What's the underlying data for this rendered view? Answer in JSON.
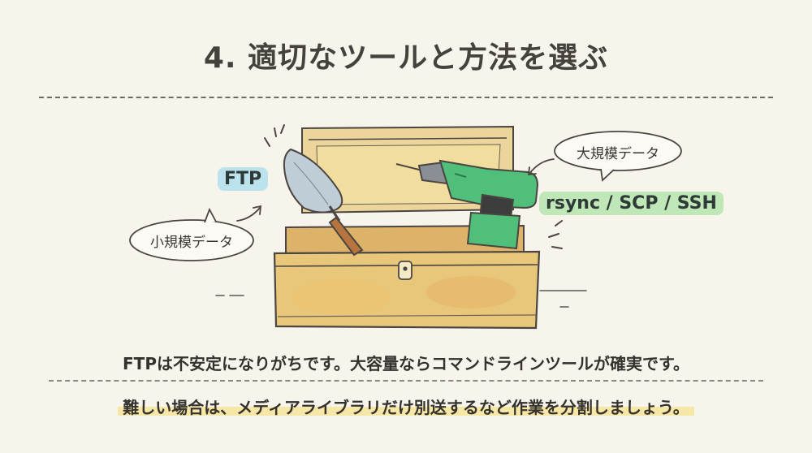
{
  "title": "4. 適切なツールと方法を選ぶ",
  "labels": {
    "ftp": "FTP",
    "rsync": "rsync / SCP / SSH",
    "small_data": "小規模データ",
    "large_data": "大規模データ"
  },
  "captions": {
    "line1": "FTPは不安定になりがちです。大容量ならコマンドラインツールが確実です。",
    "line2": "難しい場合は、メディアライブラリだけ別送するなど作業を分割しましょう。"
  },
  "colors": {
    "background": "#f7f4ec",
    "ftp_highlight": "#a8deee",
    "rsync_highlight": "#b2e4aa",
    "caption_highlight": "#f5de78",
    "box": "#e8c77a",
    "drill_body": "#4fbf7a"
  },
  "icons": {
    "box": "toolbox-icon",
    "trowel": "trowel-icon",
    "drill": "power-drill-icon"
  }
}
